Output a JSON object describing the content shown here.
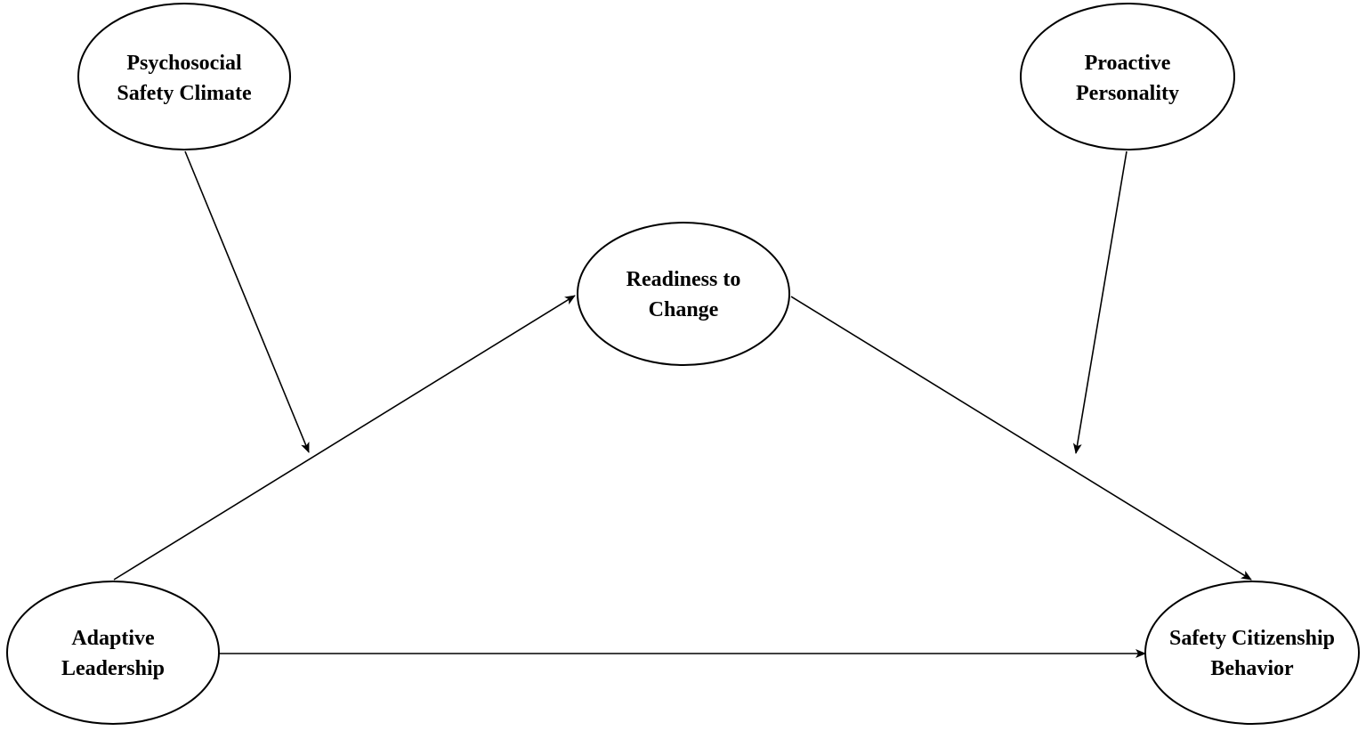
{
  "diagram": {
    "nodes": {
      "psc": {
        "line1": "Psychosocial",
        "line2": "Safety Climate"
      },
      "pp": {
        "line1": "Proactive",
        "line2": "Personality"
      },
      "rtc": {
        "line1": "Readiness to",
        "line2": "Change"
      },
      "al": {
        "line1": "Adaptive",
        "line2": "Leadership"
      },
      "scb": {
        "line1": "Safety Citizenship",
        "line2": "Behavior"
      }
    },
    "edges": [
      {
        "from": "Adaptive Leadership",
        "to": "Readiness to Change"
      },
      {
        "from": "Readiness to Change",
        "to": "Safety Citizenship Behavior"
      },
      {
        "from": "Adaptive Leadership",
        "to": "Safety Citizenship Behavior"
      },
      {
        "from": "Psychosocial Safety Climate",
        "to": "Adaptive Leadership → Readiness to Change path"
      },
      {
        "from": "Proactive Personality",
        "to": "Readiness to Change → Safety Citizenship Behavior path"
      }
    ],
    "colors": {
      "stroke": "#000000",
      "background": "#ffffff"
    }
  }
}
